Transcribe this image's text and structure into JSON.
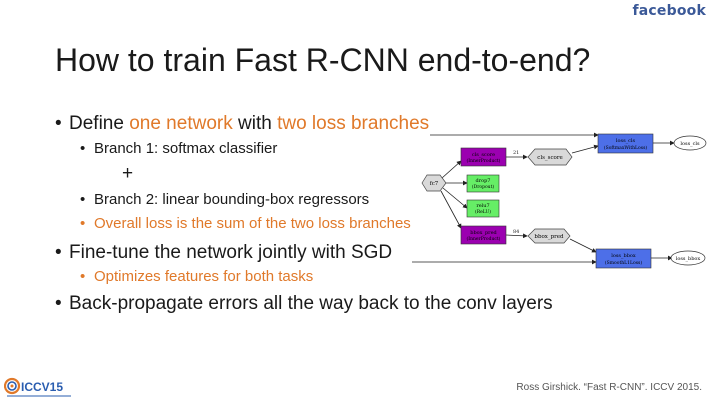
{
  "brand": "facebook",
  "title": "How to train Fast R-CNN end-to-end?",
  "bullets": {
    "b1_pre": "Define ",
    "b1_hi1": "one network",
    "b1_mid": " with ",
    "b1_hi2": "two loss branches",
    "b1_s1": "Branch 1: softmax classifier",
    "plus": "+",
    "b1_s2": "Branch 2: linear bounding-box regressors",
    "b1_s3": "Overall loss is the sum of the two loss branches",
    "b2": "Fine-tune the network jointly with SGD",
    "b2_s1": "Optimizes features for both tasks",
    "b3": "Back-propagate errors all the way back to the conv layers"
  },
  "diagram": {
    "fc7": "fc7",
    "cls_score": [
      "cls_score",
      "(InnerProduct)"
    ],
    "drop7": [
      "drop7",
      "(Dropout)"
    ],
    "relu7": [
      "relu7",
      "(ReLU)"
    ],
    "bbox_pred": [
      "bbox_pred",
      "(InnerProduct)"
    ],
    "cls_score_blob": "cls_score",
    "bbox_pred_blob": "bbox_pred",
    "edge_21": "21",
    "edge_84": "84",
    "loss_cls_layer": [
      "loss_cls",
      "(SoftmaxWithLoss)"
    ],
    "loss_bbox_layer": [
      "loss_bbox",
      "(SmoothL1Loss)"
    ],
    "loss_cls_out": "loss_cls",
    "loss_bbox_out": "loss_bbox"
  },
  "colors": {
    "purple": "#9b00b0",
    "green": "#66ee66",
    "blue": "#4d6fe8",
    "gray": "#d9d9d9",
    "accent": "#e0792a"
  },
  "logo": {
    "text": "ICCV15",
    "icon": "iccv-logo"
  },
  "footer": "Ross Girshick. “Fast R-CNN”. ICCV 2015."
}
